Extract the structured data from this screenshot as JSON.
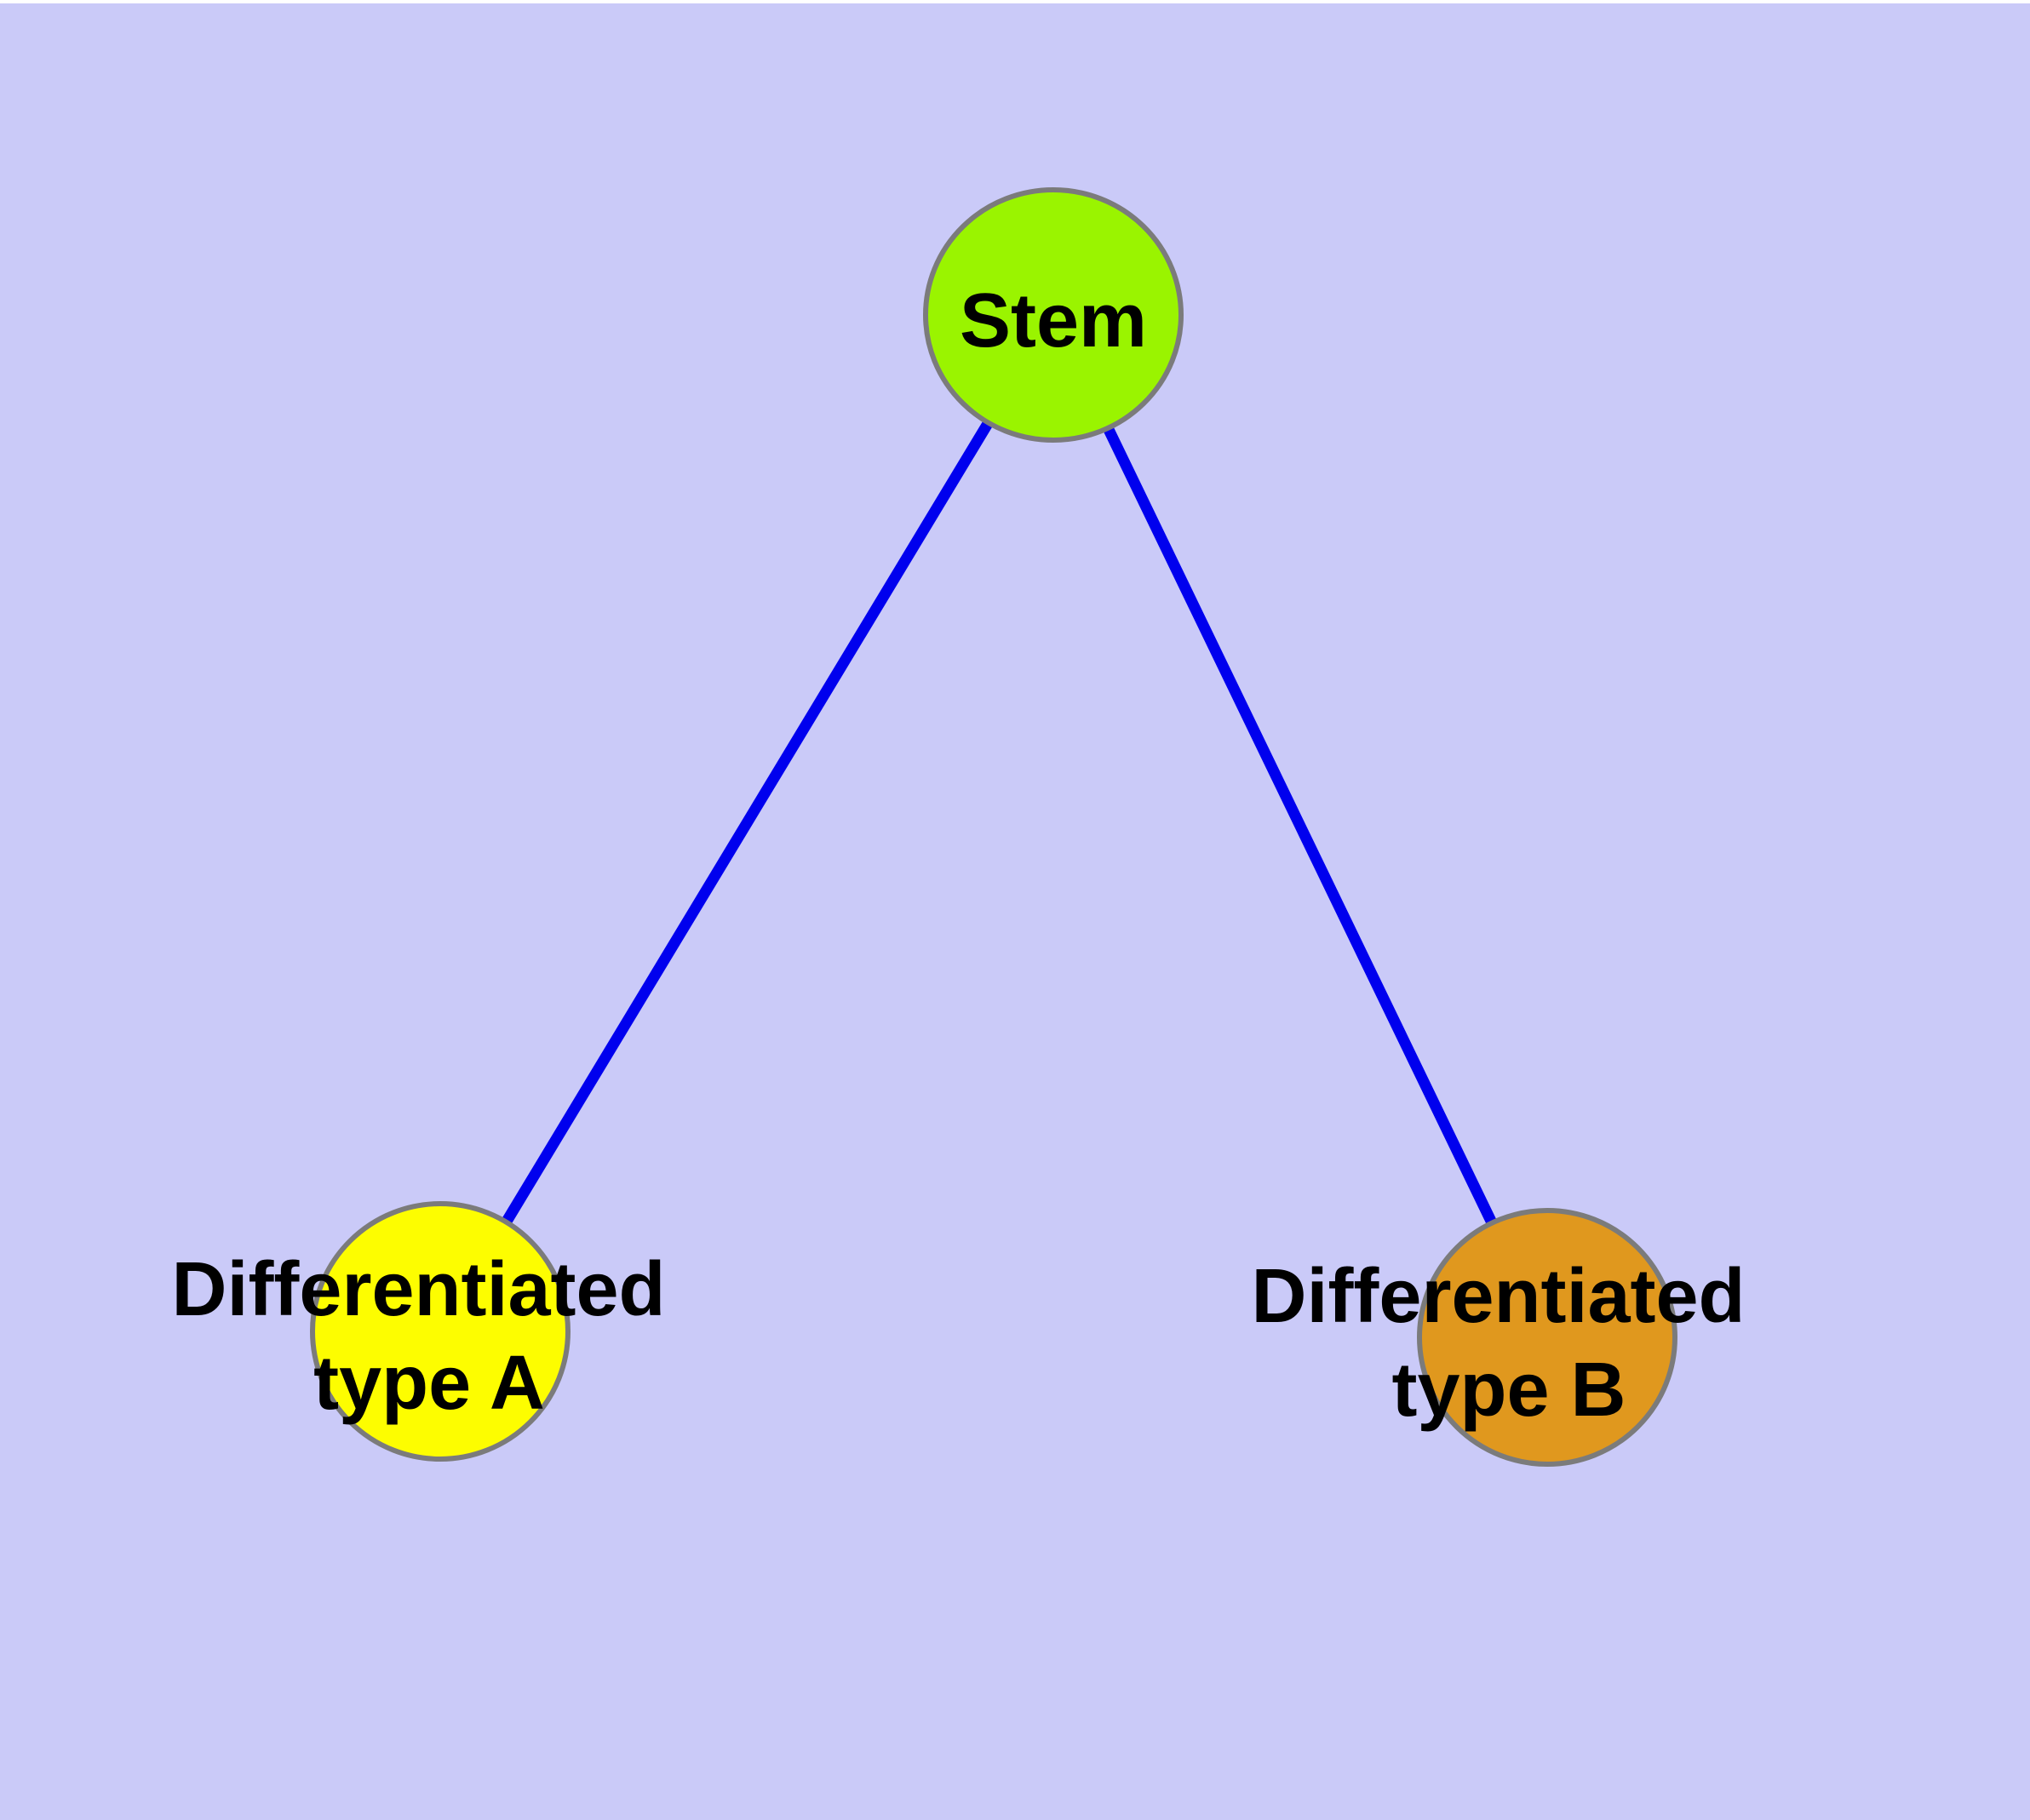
{
  "diagram": {
    "type": "graph",
    "background_color": "#CACAF8",
    "top_margin_color": "#FFFFFF",
    "edge_color": "#0000EE",
    "node_border_color": "#7B7B7B",
    "label_color": "#000000",
    "nodes": [
      {
        "id": "stem",
        "label": "Stem",
        "lines": [
          "Stem"
        ],
        "color": "#9AF400"
      },
      {
        "id": "differentiated-type-a",
        "label": "Differentiated type A",
        "lines": [
          "Differentiated",
          "type A"
        ],
        "color": "#FDFD00"
      },
      {
        "id": "differentiated-type-b",
        "label": "Differentiated type B",
        "lines": [
          "Differentiated",
          "type B"
        ],
        "color": "#E0981E"
      }
    ],
    "edges": [
      {
        "from": "Stem",
        "to": "Differentiated type A"
      },
      {
        "from": "Stem",
        "to": "Differentiated type B"
      }
    ]
  }
}
